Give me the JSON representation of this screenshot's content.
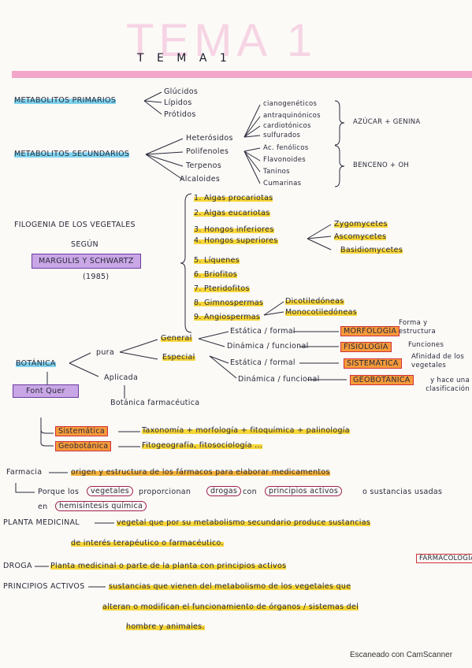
{
  "title": {
    "watermark": "TEMA 1",
    "main": "T E M A 1"
  },
  "metabolitos": {
    "primarios": "METABOLITOS PRIMARIOS",
    "primarios_items": [
      "Glúcidos",
      "Lípidos",
      "Prótidos"
    ],
    "secundarios": "METABOLITOS SECUNDARIOS",
    "secundarios_items": [
      "Heterósidos",
      "Polifenoles",
      "Terpenos",
      "Alcaloides"
    ],
    "heterosidos_items": [
      "cianogenéticos",
      "antraquinónicos",
      "cardiotónicos",
      "sulfurados"
    ],
    "heterosidos_result": "AZÚCAR + GENINA",
    "polifenoles_items": [
      "Ac. fenólicos",
      "Flavonoides",
      "Taninos",
      "Cumarinas"
    ],
    "polifenoles_result": "BENCENO + OH"
  },
  "filogenia": {
    "title": "FILOGENIA DE LOS VEGETALES",
    "segun": "SEGÚN",
    "autores": "MARGULIS Y SCHWARTZ",
    "anio": "(1985)",
    "items": [
      "1. Algas procariotas",
      "2. Algas eucariotas",
      "3. Hongos inferiores",
      "4. Hongos superiores",
      "5. Líquenes",
      "6. Briofitos",
      "7. Pteridofitos",
      "8. Gimnospermas",
      "9. Angiospermas"
    ],
    "hongos_sup": [
      "Zygomycetes",
      "Ascomycetes",
      "Basidiomycetes"
    ],
    "angiospermas": [
      "Dicotiledóneas",
      "Monocotiledóneas"
    ]
  },
  "botanica": {
    "label": "BOTÁNICA",
    "font_quer": "Font Quer",
    "pura": "pura",
    "aplicada": "Aplicada",
    "botanica_farmaceutica": "Botánica farmacéutica",
    "general": "General",
    "especial": "Especial",
    "g1": "Estática / formal",
    "g2": "Dinámica / funcional",
    "e1": "Estática / formal",
    "e2": "Dinámica / funcional",
    "morfologia": "MORFOLOGÍA",
    "morfologia_note": "Forma y estructura",
    "fisiologia": "FISIOLOGÍA",
    "fisiologia_note": "Funciones",
    "sistematica": "SISTEMÁTICA",
    "sistematica_note": "Afinidad de los vegetales",
    "geobotanica": "GEOBOTÁNICA",
    "geobotanica_note": "y hace una clasificación"
  },
  "ramas": {
    "sistematica": "Sistemática",
    "sistematica_desc": "Taxonomía + morfología + fitoquímica + palinología",
    "geobotanica": "Geobotánica",
    "geobotanica_desc": "Fitogeografía, fitosociología ..."
  },
  "definiciones": {
    "farmacia_label": "Farmacia",
    "farmacia_text": "origen y estructura de los fármacos para elaborar medicamentos",
    "porque_1": "Porque los",
    "vegetales": "vegetales",
    "porque_2": "proporcionan",
    "drogas": "drogas",
    "porque_3": "con",
    "principios_activos": "principios activos",
    "porque_4": "o sustancias usadas",
    "porque_5": "en",
    "hemisintesis": "hemisíntesis química",
    "planta_label": "PLANTA MEDICINAL",
    "planta_text_1": "vegetal que por su metabolismo secundario produce sustancias",
    "planta_text_2": "de interés terapéutico o farmacéutico.",
    "droga_label": "DROGA",
    "droga_text": "Planta medicinal o parte de la planta con principios activos",
    "farmacologia": "FARMACOLOGÍA",
    "principios_label": "PRINCIPIOS ACTIVOS",
    "principios_text_1": "sustancias que vienen del metabolismo de los vegetales que",
    "principios_text_2": "alteran o modifican el funcionamiento de órganos / sistemas del",
    "principios_text_3": "hombre y animales."
  },
  "footer": {
    "scanner": "Escaneado con CamScanner"
  }
}
